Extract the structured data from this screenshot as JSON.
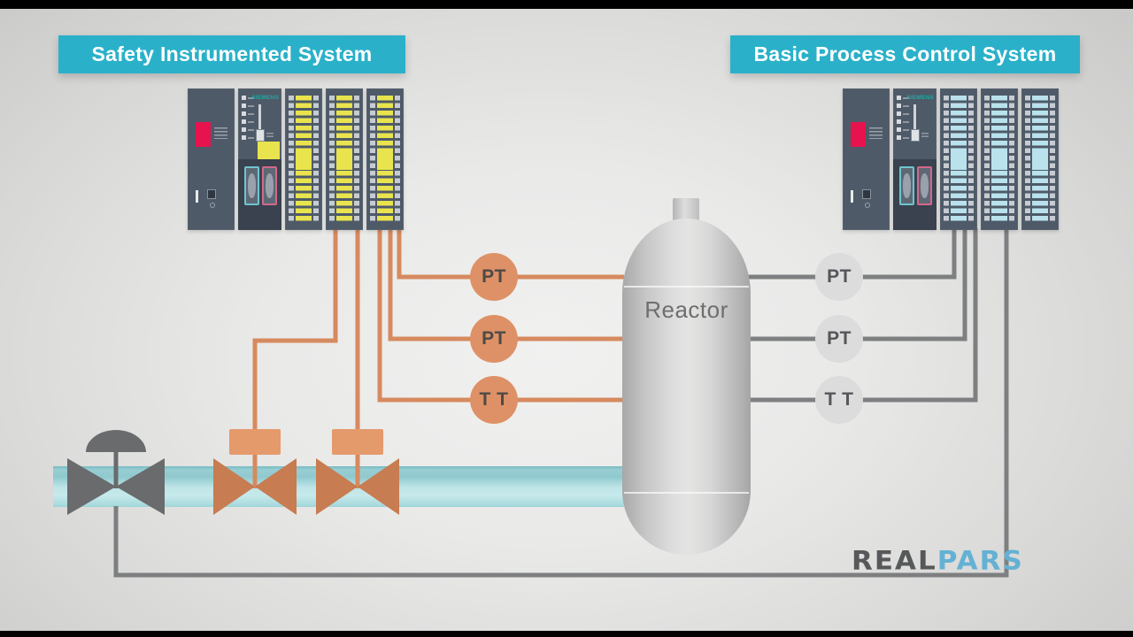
{
  "headers": {
    "sis": "Safety Instrumented System",
    "bpcs": "Basic Process Control System",
    "bg_color": "#2ab1c9",
    "text_color": "#ffffff"
  },
  "plc": {
    "brand": "SIEMENS",
    "body_color": "#4e5a68",
    "sis_stripe_color": "#e9e44d",
    "bpcs_stripe_color": "#b9e2ec",
    "voltage_selector_color": "#e6134e"
  },
  "sis": {
    "transmitters": [
      {
        "label": "PT"
      },
      {
        "label": "PT"
      },
      {
        "label": "T T"
      }
    ],
    "wire_color": "#d68a5f",
    "transmitter_color": "#de9166",
    "valve_color": "#c77c51",
    "actuator_color": "#e59a6b",
    "valve_count": 2
  },
  "bpcs": {
    "transmitters": [
      {
        "label": "PT"
      },
      {
        "label": "PT"
      },
      {
        "label": "T T"
      }
    ],
    "wire_color": "#7d7f80",
    "transmitter_color": "#dcdcdc",
    "valve_color": "#696b6c",
    "valve_count": 1
  },
  "reactor": {
    "label": "Reactor"
  },
  "pipe": {
    "color": "#b9e1e4"
  },
  "logo": {
    "real": "REAL",
    "pars": "PARS",
    "real_color": "#57585a",
    "pars_color": "#64b1d4"
  }
}
